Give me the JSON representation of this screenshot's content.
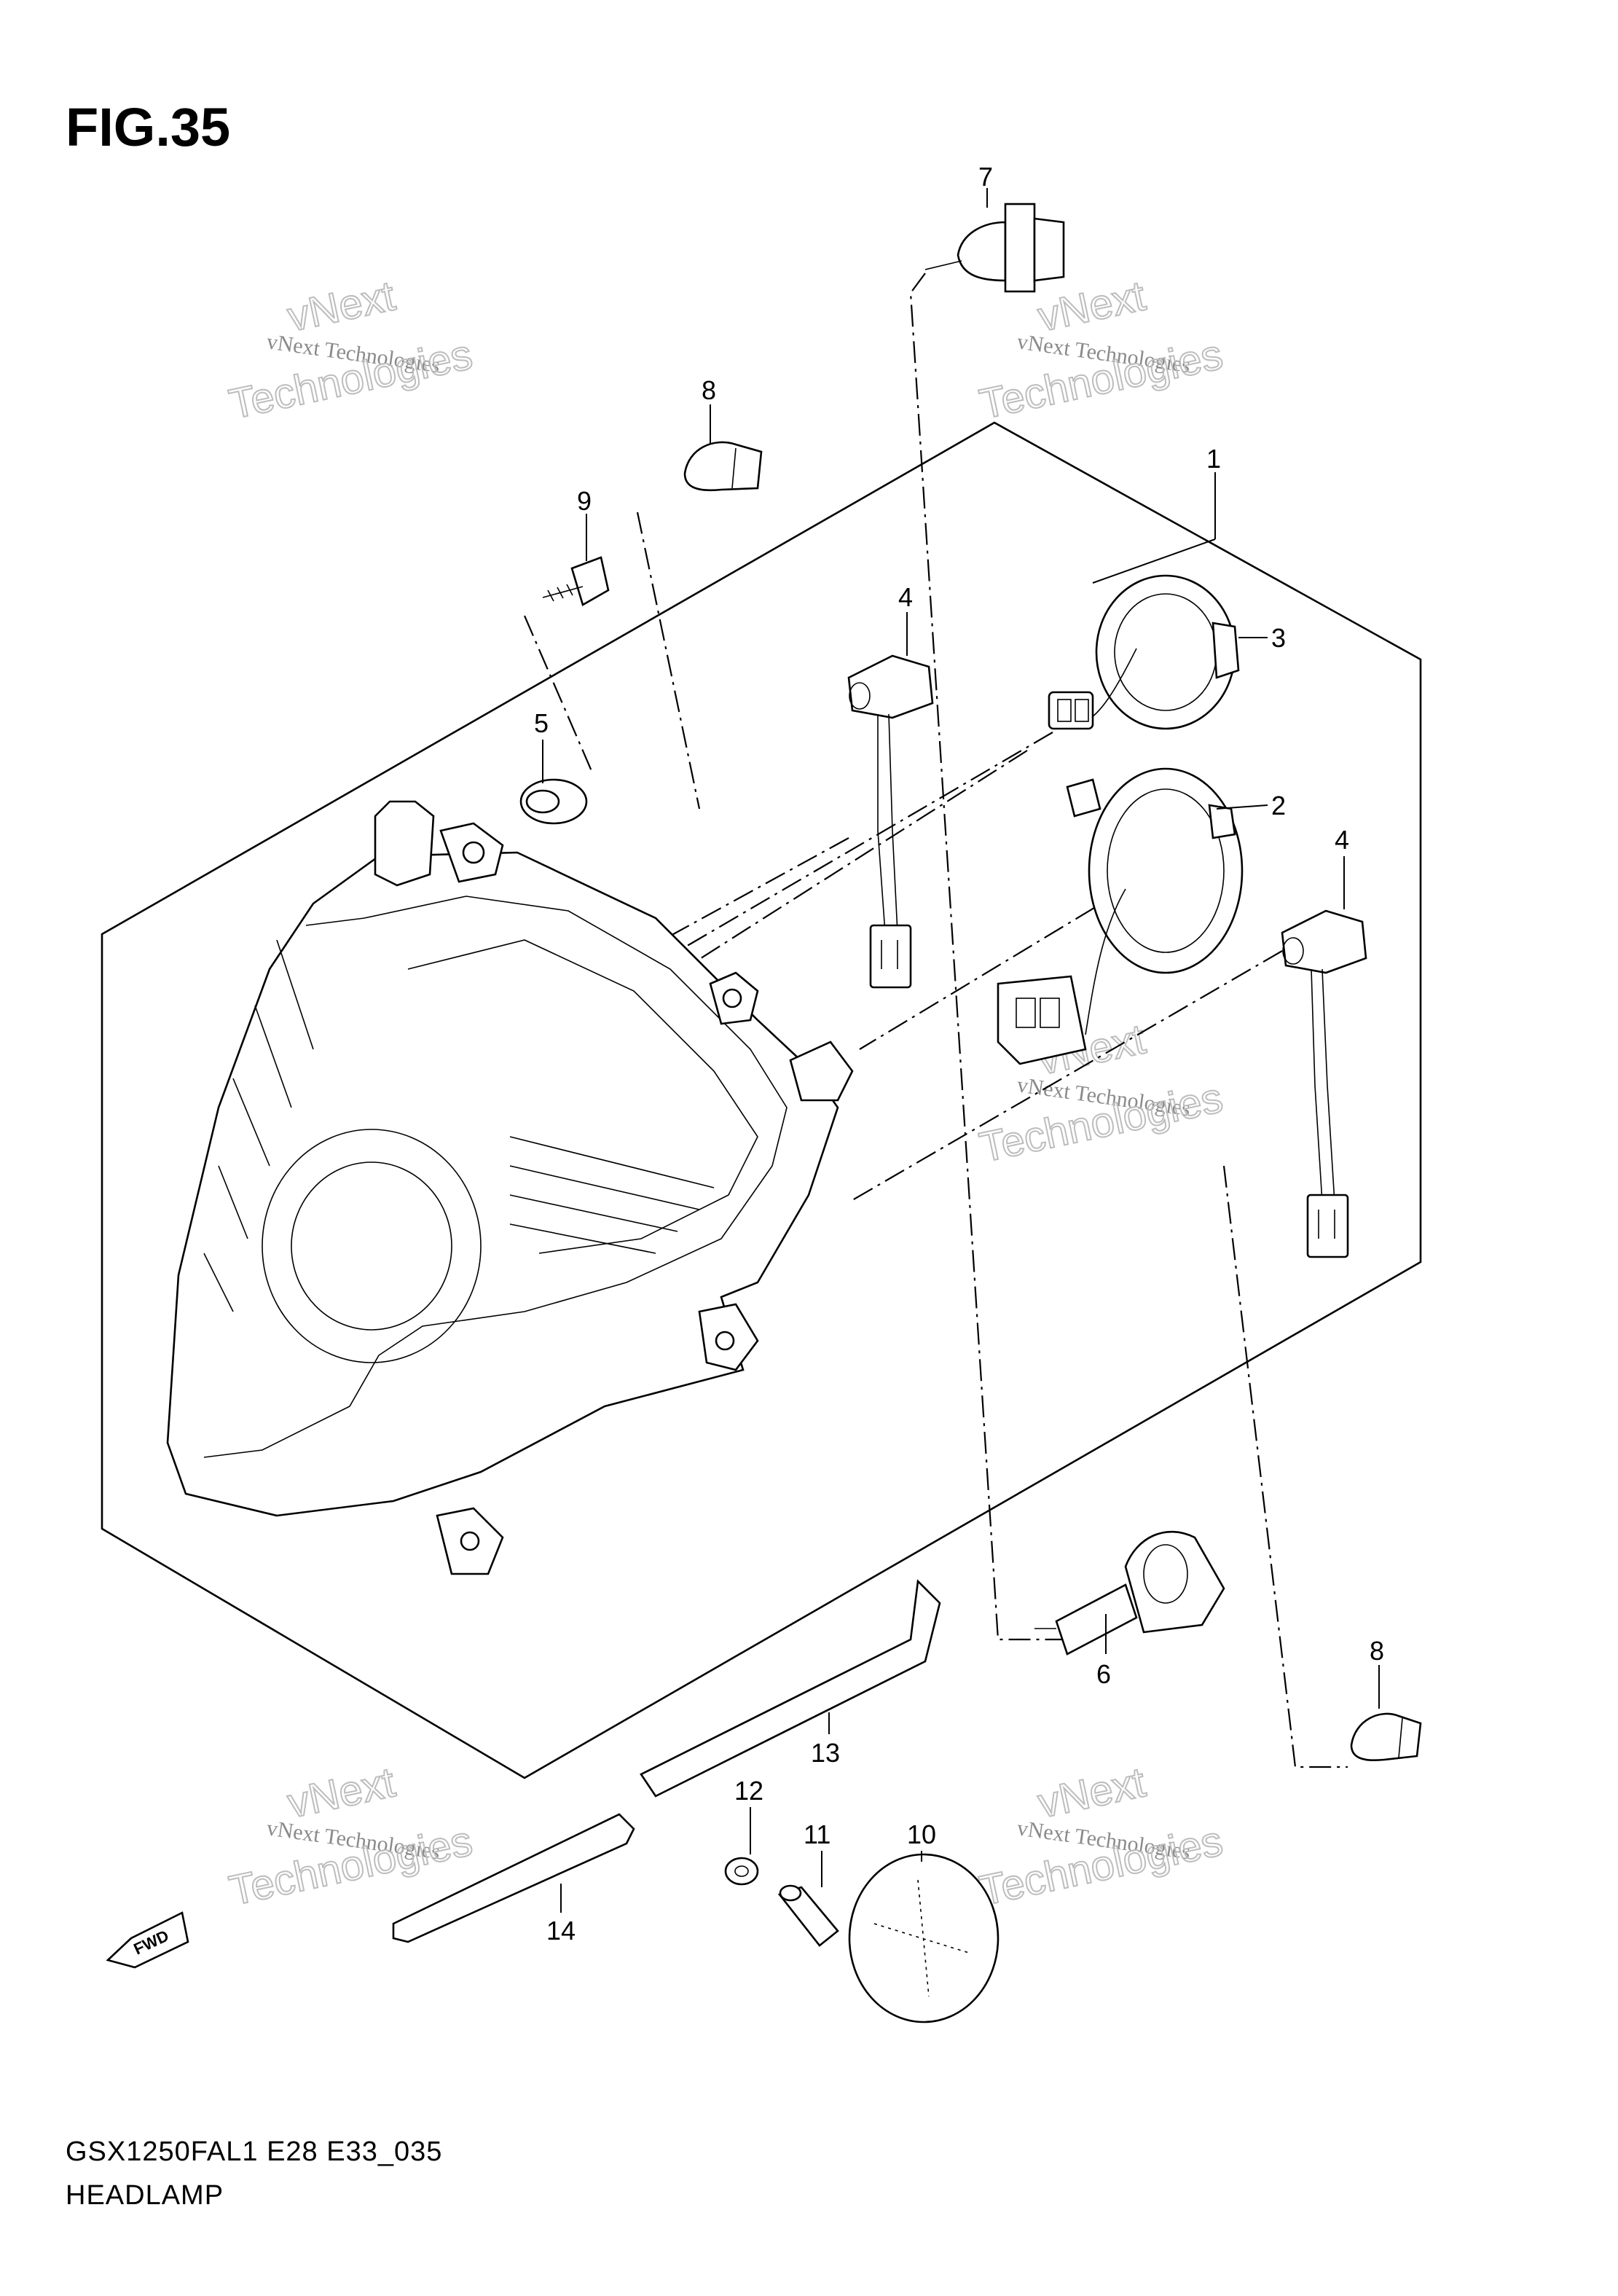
{
  "figure": {
    "title": "FIG.35",
    "footer_code": "GSX1250FAL1 E28 E33_035",
    "footer_name": "HEADLAMP",
    "fwd_label": "FWD"
  },
  "watermark": {
    "line1": "vNext Technologies",
    "line2": "vNext",
    "line3": "Technologies"
  },
  "callouts": {
    "c1": "1",
    "c2": "2",
    "c3": "3",
    "c4a": "4",
    "c4b": "4",
    "c5": "5",
    "c6": "6",
    "c7": "7",
    "c8a": "8",
    "c8b": "8",
    "c9": "9",
    "c10": "10",
    "c11": "11",
    "c12": "12",
    "c13": "13",
    "c14": "14"
  }
}
